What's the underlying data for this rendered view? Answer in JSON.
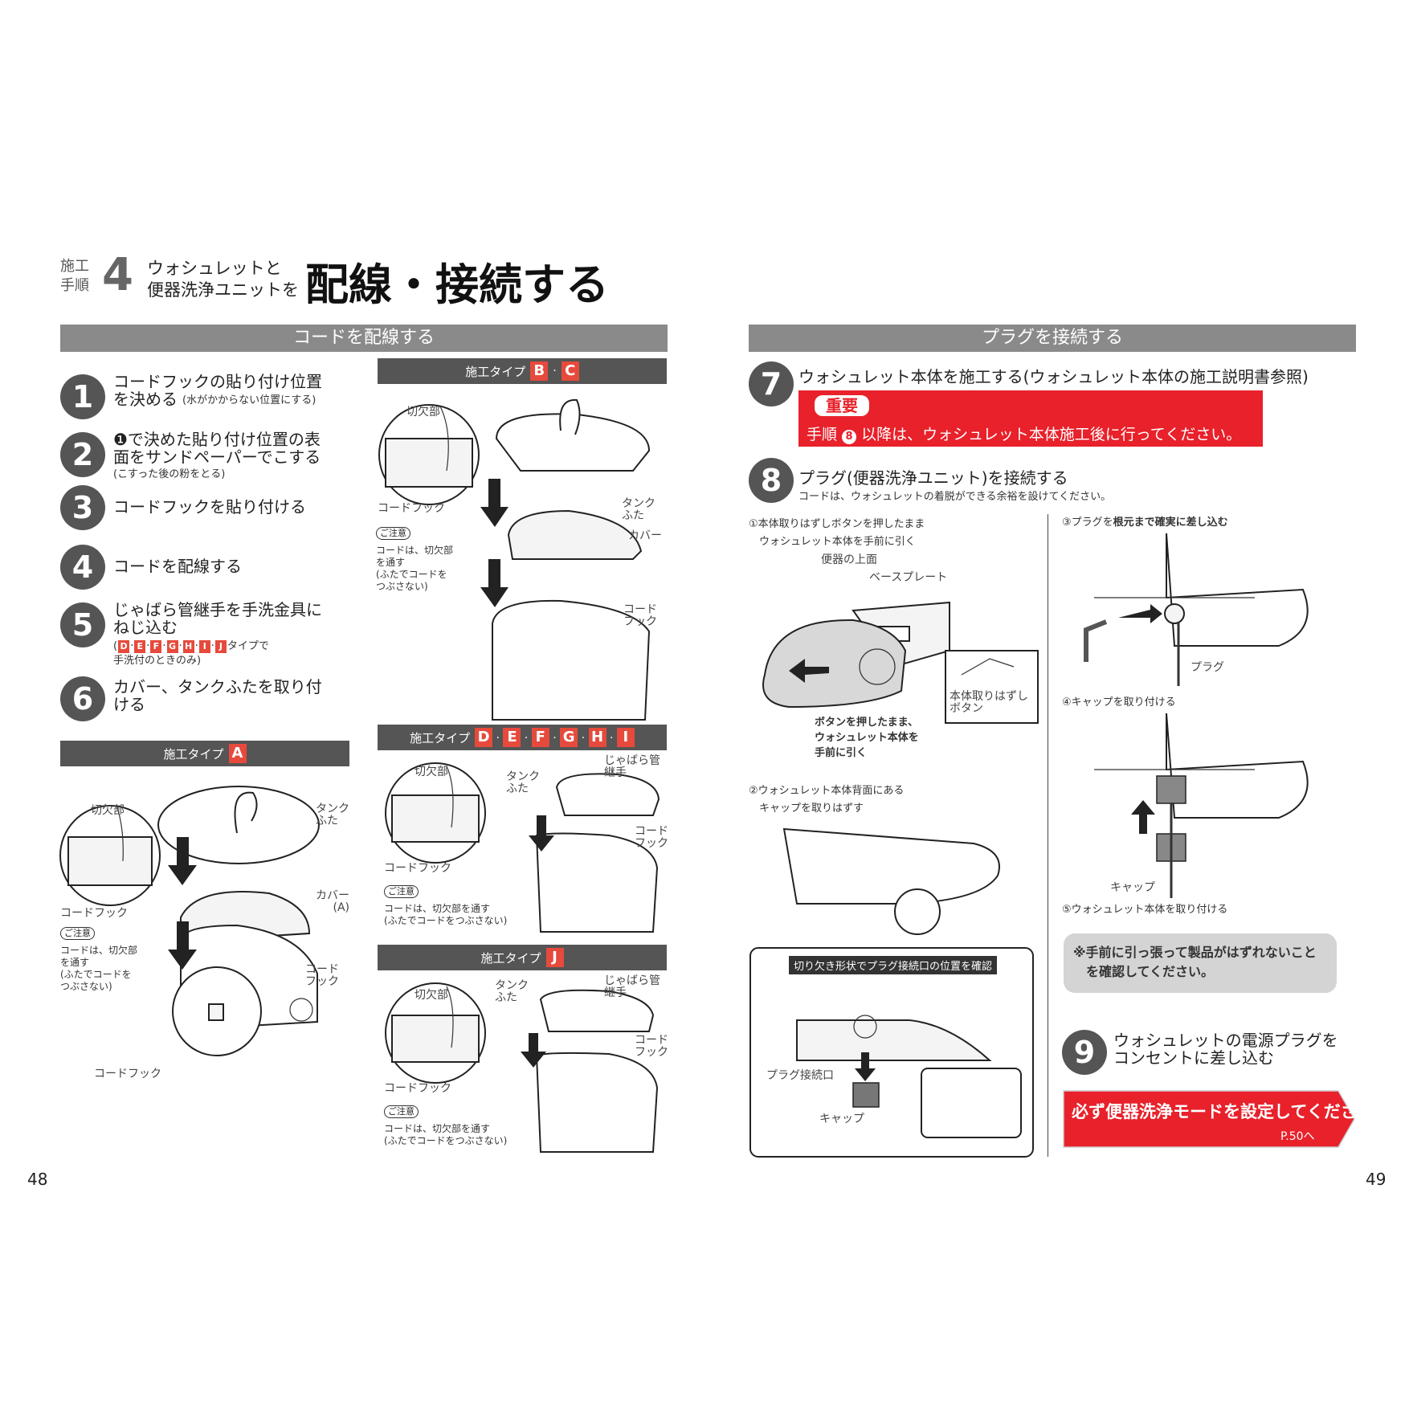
{
  "header": {
    "kou_label": "施工\n手順",
    "step_no": "4",
    "subtitle_line1": "ウォシュレットと",
    "subtitle_line2": "便器洗浄ユニットを",
    "title": "配線・接続する"
  },
  "left": {
    "section_title": "コードを配線する",
    "steps": [
      {
        "n": "1",
        "text": "コードフックの貼り付け位置\nを決める",
        "note": "(水がかからない位置にする)"
      },
      {
        "n": "2",
        "text": "❶で決めた貼り付け位置の表\n面をサンドペーパーでこする",
        "note": "(こすった後の粉をとる)"
      },
      {
        "n": "3",
        "text": "コードフックを貼り付ける",
        "note": ""
      },
      {
        "n": "4",
        "text": "コードを配線する",
        "note": ""
      },
      {
        "n": "5",
        "text": "じゃばら管継手を手洗金具に\nねじ込む",
        "note_types": [
          "D",
          "E",
          "F",
          "G",
          "H",
          "I",
          "J"
        ],
        "note_suffix": "タイプで",
        "note2": "手洗付のときのみ)"
      },
      {
        "n": "6",
        "text": "カバー、タンクふたを取り付\nける",
        "note": ""
      }
    ],
    "typeA": {
      "label": "施工タイプ",
      "badges": [
        "A"
      ],
      "kirikaki": "切欠部",
      "cordhook": "コードフック",
      "tank_futa": "タンク\nふた",
      "cover": "カバー\n(A)",
      "cordhook2": "コード\nフック",
      "cordhook3": "コードフック",
      "caution": "ご注意",
      "caution_text": "コードは、切欠部\nを通す\n(ふたでコードを\nつぶさない)"
    },
    "typeBC": {
      "label": "施工タイプ",
      "badges": [
        "B",
        "C"
      ],
      "kirikaki": "切欠部",
      "cordhook": "コードフック",
      "tank_futa": "タンク\nふた",
      "cover": "カバー",
      "cordhook2": "コード\nフック",
      "caution": "ご注意",
      "caution_text": "コードは、切欠部\nを通す\n(ふたでコードを\nつぶさない)"
    },
    "typeDI": {
      "label": "施工タイプ",
      "badges": [
        "D",
        "E",
        "F",
        "G",
        "H",
        "I"
      ],
      "kirikaki": "切欠部",
      "cordhook": "コードフック",
      "tank_futa": "タンク\nふた",
      "jabara": "じゃばら管\n継手",
      "cordhook2": "コード\nフック",
      "caution": "ご注意",
      "caution_text": "コードは、切欠部を通す\n(ふたでコードをつぶさない)"
    },
    "typeJ": {
      "label": "施工タイプ",
      "badges": [
        "J"
      ],
      "kirikaki": "切欠部",
      "cordhook": "コードフック",
      "tank_futa": "タンク\nふた",
      "jabara": "じゃばら管\n継手",
      "cordhook2": "コード\nフック",
      "caution": "ご注意",
      "caution_text": "コードは、切欠部を通す\n(ふたでコードをつぶさない)"
    },
    "page_no": "48"
  },
  "right": {
    "section_title": "プラグを接続する",
    "step7": {
      "n": "7",
      "text": "ウォシュレット本体を施工する(ウォシュレット本体の施工説明書参照)",
      "important_label": "重要",
      "important_pre": "手順",
      "important_num": "8",
      "important_post": "以降は、ウォシュレット本体施工後に行ってください。"
    },
    "step8": {
      "n": "8",
      "text": "プラグ(便器洗浄ユニット)を接続する",
      "note": "コードは、ウォシュレットの着脱ができる余裕を設けてください。"
    },
    "sub1": "①本体取りはずしボタンを押したまま\n　ウォシュレット本体を手前に引く",
    "benki_top": "便器の上面",
    "base_plate": "ベースプレート",
    "release_btn": "本体取りはずし\nボタン",
    "press_text": "ボタンを押したまま、\nウォシュレット本体を\n手前に引く",
    "sub2": "②ウォシュレット本体背面にある\n　キャップを取りはずす",
    "notch_label": "切り欠き形状でプラグ接続口の位置を確認",
    "plug_port": "プラグ接続口",
    "cap": "キャップ",
    "sub3_pre": "③プラグを",
    "sub3_bold": "根元まで確実に差し込む",
    "plug": "プラグ",
    "sub4": "④キャップを取り付ける",
    "cap2": "キャップ",
    "sub5": "⑤ウォシュレット本体を取り付ける",
    "note_box": "※手前に引っ張って製品がはずれないこと\n　を確認してください。",
    "step9": {
      "n": "9",
      "text": "ウォシュレットの電源プラグを\nコンセントに差し込む"
    },
    "banner": "必ず便器洗浄モードを設定してください",
    "banner_ref": "P.50へ",
    "page_no": "49"
  },
  "colors": {
    "accent": "#e64a3c",
    "important_bg": "#e8212b",
    "bar": "#8a8a8a",
    "dark_bar": "#555555"
  }
}
